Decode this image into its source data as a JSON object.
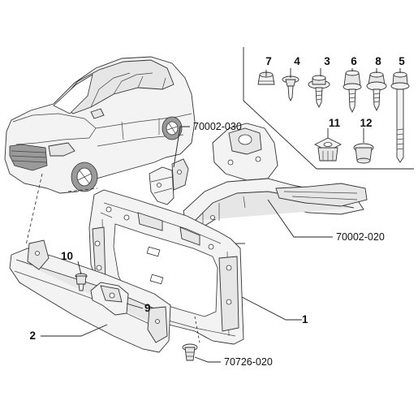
{
  "labels": {
    "p1": "1",
    "p2": "2",
    "p3": "3",
    "p4": "4",
    "p5": "5",
    "p6": "6",
    "p7": "7",
    "p8": "8",
    "p9": "9",
    "p10": "10",
    "p11": "11",
    "p12": "12"
  },
  "references": {
    "r1": "70002-030",
    "r2": "70002-020",
    "r3": "70726-020"
  }
}
